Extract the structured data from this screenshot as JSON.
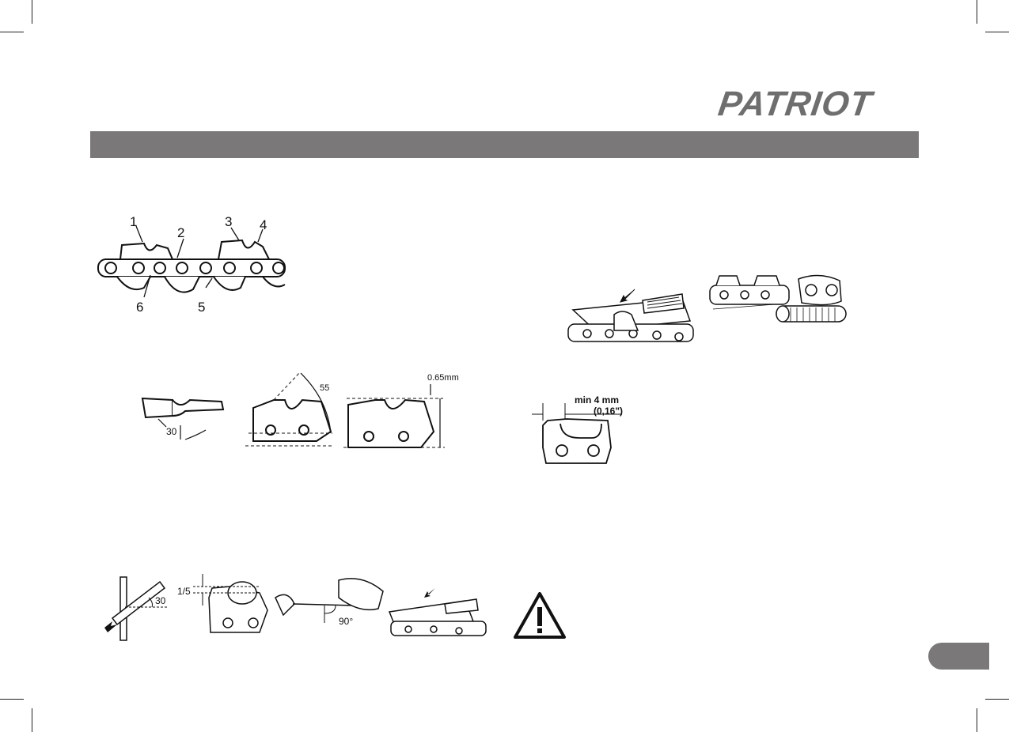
{
  "brand": {
    "logo_text": "PATRIOT"
  },
  "figure_chain": {
    "callouts": [
      "1",
      "2",
      "3",
      "4",
      "5",
      "6"
    ]
  },
  "figure_angles": {
    "angle_30": "30",
    "angle_55": "55",
    "gauge": "0.65mm"
  },
  "figure_min": {
    "min": "min 4 mm",
    "inch": "(0,16\")"
  },
  "figure_filing": {
    "ratio": "1/5",
    "angle_30": "30",
    "angle_90": "90°"
  },
  "icons": {
    "warning": "warning-triangle-icon"
  },
  "colors": {
    "header_bar": "#7a7878",
    "logo": "#6e6e6e"
  }
}
